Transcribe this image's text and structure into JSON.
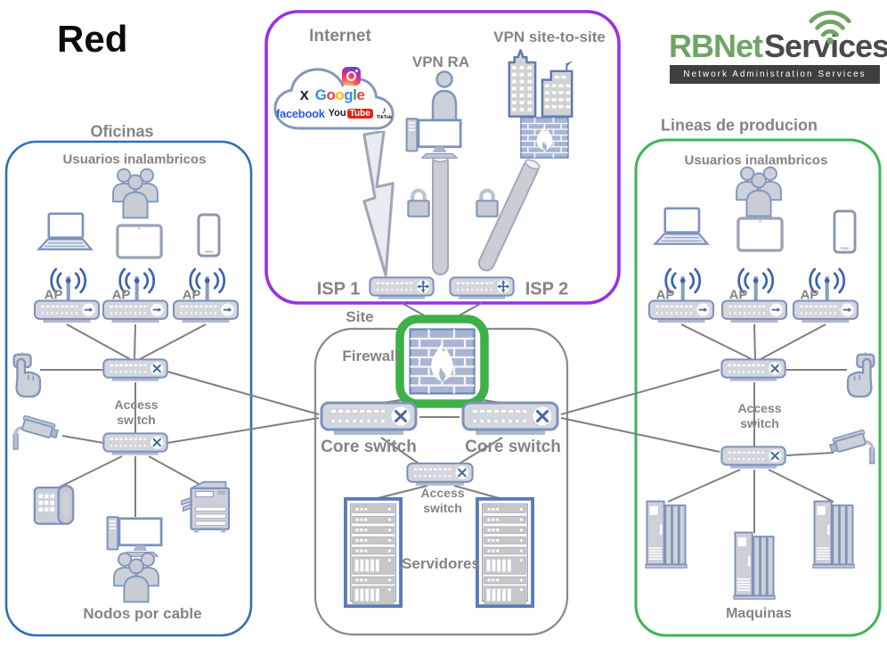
{
  "title": "Red",
  "logo": {
    "brand_primary": "RBNet",
    "brand_secondary": "Services",
    "tagline": "Network Administration Services",
    "brand_green": "#6fa564",
    "brand_dark": "#4a4a4a"
  },
  "internet": {
    "title": "Internet",
    "vpn_ra_label": "VPN RA",
    "vpn_s2s_label": "VPN site-to-site",
    "isp1_label": "ISP 1",
    "isp2_label": "ISP 2",
    "border_color": "#9632e6",
    "cloud": {
      "x": "X",
      "google_letters": [
        "G",
        "o",
        "o",
        "g",
        "l",
        "e"
      ],
      "facebook": "facebook",
      "youtube_you": "You",
      "youtube_tube": "Tube",
      "tiktok_note": "♪",
      "tiktok": "TikTok"
    }
  },
  "site": {
    "title": "Site",
    "firewall_label": "Firewall",
    "core_switch_label": "Core switch",
    "access_switch_label": "Access switch",
    "servers_label": "Servidores",
    "highlight_color": "#3db147",
    "border_color": "#8a8a8a"
  },
  "offices": {
    "title": "Oficinas",
    "wireless_label": "Usuarios inalambricos",
    "ap_label": "AP",
    "access_switch_label": "Access switch",
    "wired_label": "Nodos por cable",
    "border_color": "#2e6fb7"
  },
  "production": {
    "title": "Lineas de producion",
    "wireless_label": "Usuarios inalambricos",
    "ap_label": "AP",
    "access_switch_label": "Access switch",
    "machines_label": "Maquinas",
    "border_color": "#3db554"
  },
  "colors": {
    "connection_line": "#7f7f7f",
    "label_gray": "#848484",
    "icon_stroke": "#7d91bd"
  }
}
